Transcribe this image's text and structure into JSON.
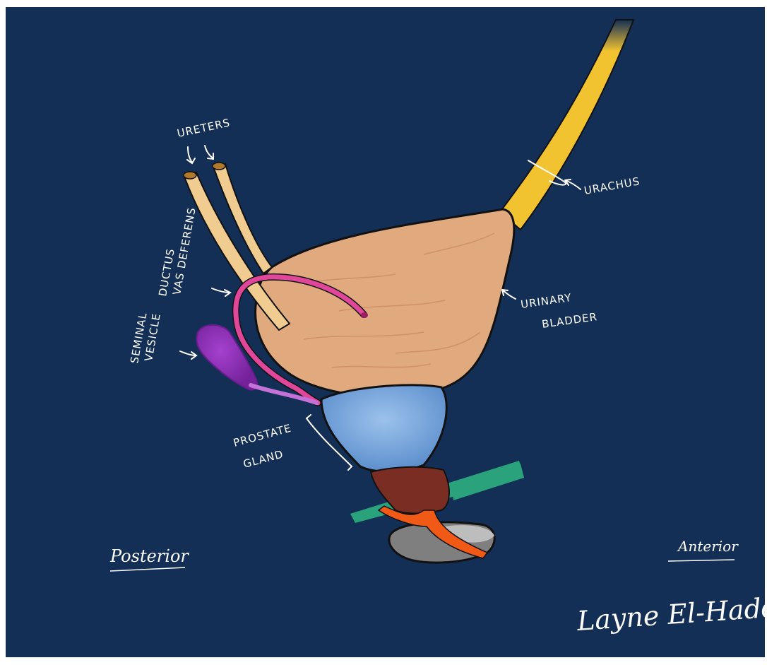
{
  "colors": {
    "background": "#142f55",
    "bladder": "#e0a97e",
    "urachus": "#f2c331",
    "ureters": "#f0cc91",
    "ductus_deferens": "#e0479b",
    "seminal_vesicle": "#8a2cb2",
    "prostate": "#6fa0da",
    "urethra_dark": "#7a2d22",
    "urogenital_diaphragm": "#2aa37c",
    "penile_bulb": "#7f7f7f",
    "bulbospongiosus": "#f05a16"
  },
  "labels": {
    "ureters": "URETERS",
    "urachus": "URACHUS",
    "ductus_line1": "DUCTUS",
    "ductus_line2": "VAS DEFERENS",
    "seminal_line1": "SEMINAL",
    "seminal_line2": "VESICLE",
    "bladder_line1": "URINARY",
    "bladder_line2": "BLADDER",
    "prostate_line1": "PROSTATE",
    "prostate_line2": "GLAND",
    "posterior": "Posterior",
    "anterior": "Anterior"
  },
  "signature": "Layne El-Haddad"
}
